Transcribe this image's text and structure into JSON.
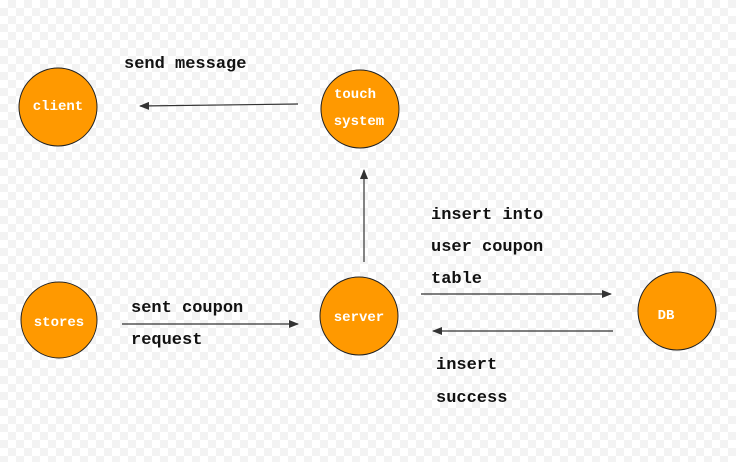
{
  "colors": {
    "node_fill": "#ff9900",
    "node_stroke": "#222222",
    "node_text": "#ffffff",
    "edge": "#333333",
    "label_text": "#111111"
  },
  "nodes": {
    "client": {
      "lines": [
        "client"
      ]
    },
    "touch_system": {
      "lines": [
        "touch",
        "system"
      ]
    },
    "stores": {
      "lines": [
        "stores"
      ]
    },
    "server": {
      "lines": [
        "server"
      ]
    },
    "db": {
      "lines": [
        "DB"
      ]
    }
  },
  "edges": {
    "touch_to_client": {
      "lines": [
        "send message"
      ]
    },
    "server_to_touch": {
      "lines": []
    },
    "stores_to_server": {
      "lines": [
        "sent coupon",
        "request"
      ]
    },
    "server_to_db": {
      "lines": [
        "insert into",
        "user coupon",
        "table"
      ]
    },
    "db_to_server": {
      "lines": [
        "insert",
        "success"
      ]
    }
  }
}
